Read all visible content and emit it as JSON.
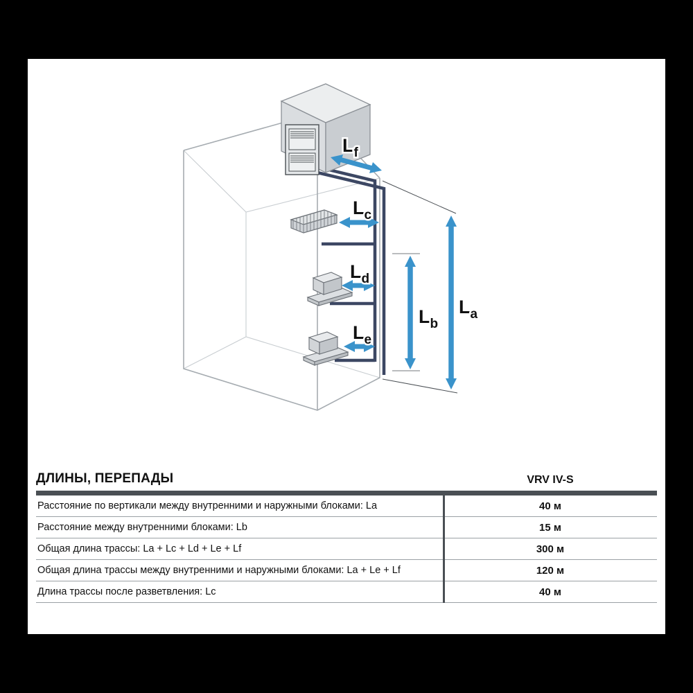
{
  "diagram": {
    "arrow_color": "#3a93cb",
    "pipe_color": "#3c4763",
    "labels": {
      "lf": {
        "base": "L",
        "sub": "f"
      },
      "lc": {
        "base": "L",
        "sub": "c"
      },
      "ld": {
        "base": "L",
        "sub": "d"
      },
      "le": {
        "base": "L",
        "sub": "e"
      },
      "lb": {
        "base": "L",
        "sub": "b"
      },
      "la": {
        "base": "L",
        "sub": "a"
      }
    }
  },
  "table": {
    "title": "ДЛИНЫ, ПЕРЕПАДЫ",
    "column_header": "VRV IV-S",
    "rows": [
      {
        "label": "Расстояние по вертикали между внутренними и наружными блоками: La",
        "value": "40 м"
      },
      {
        "label": "Расстояние между внутренними блоками: Lb",
        "value": "15 м"
      },
      {
        "label": "Общая длина трассы: La + Lc + Ld + Le + Lf",
        "value": "300 м"
      },
      {
        "label": "Общая длина трассы между внутренними и наружными блоками: La + Le + Lf",
        "value": "120 м"
      },
      {
        "label": "Длина трассы после разветвления: Lc",
        "value": "40 м"
      }
    ]
  }
}
